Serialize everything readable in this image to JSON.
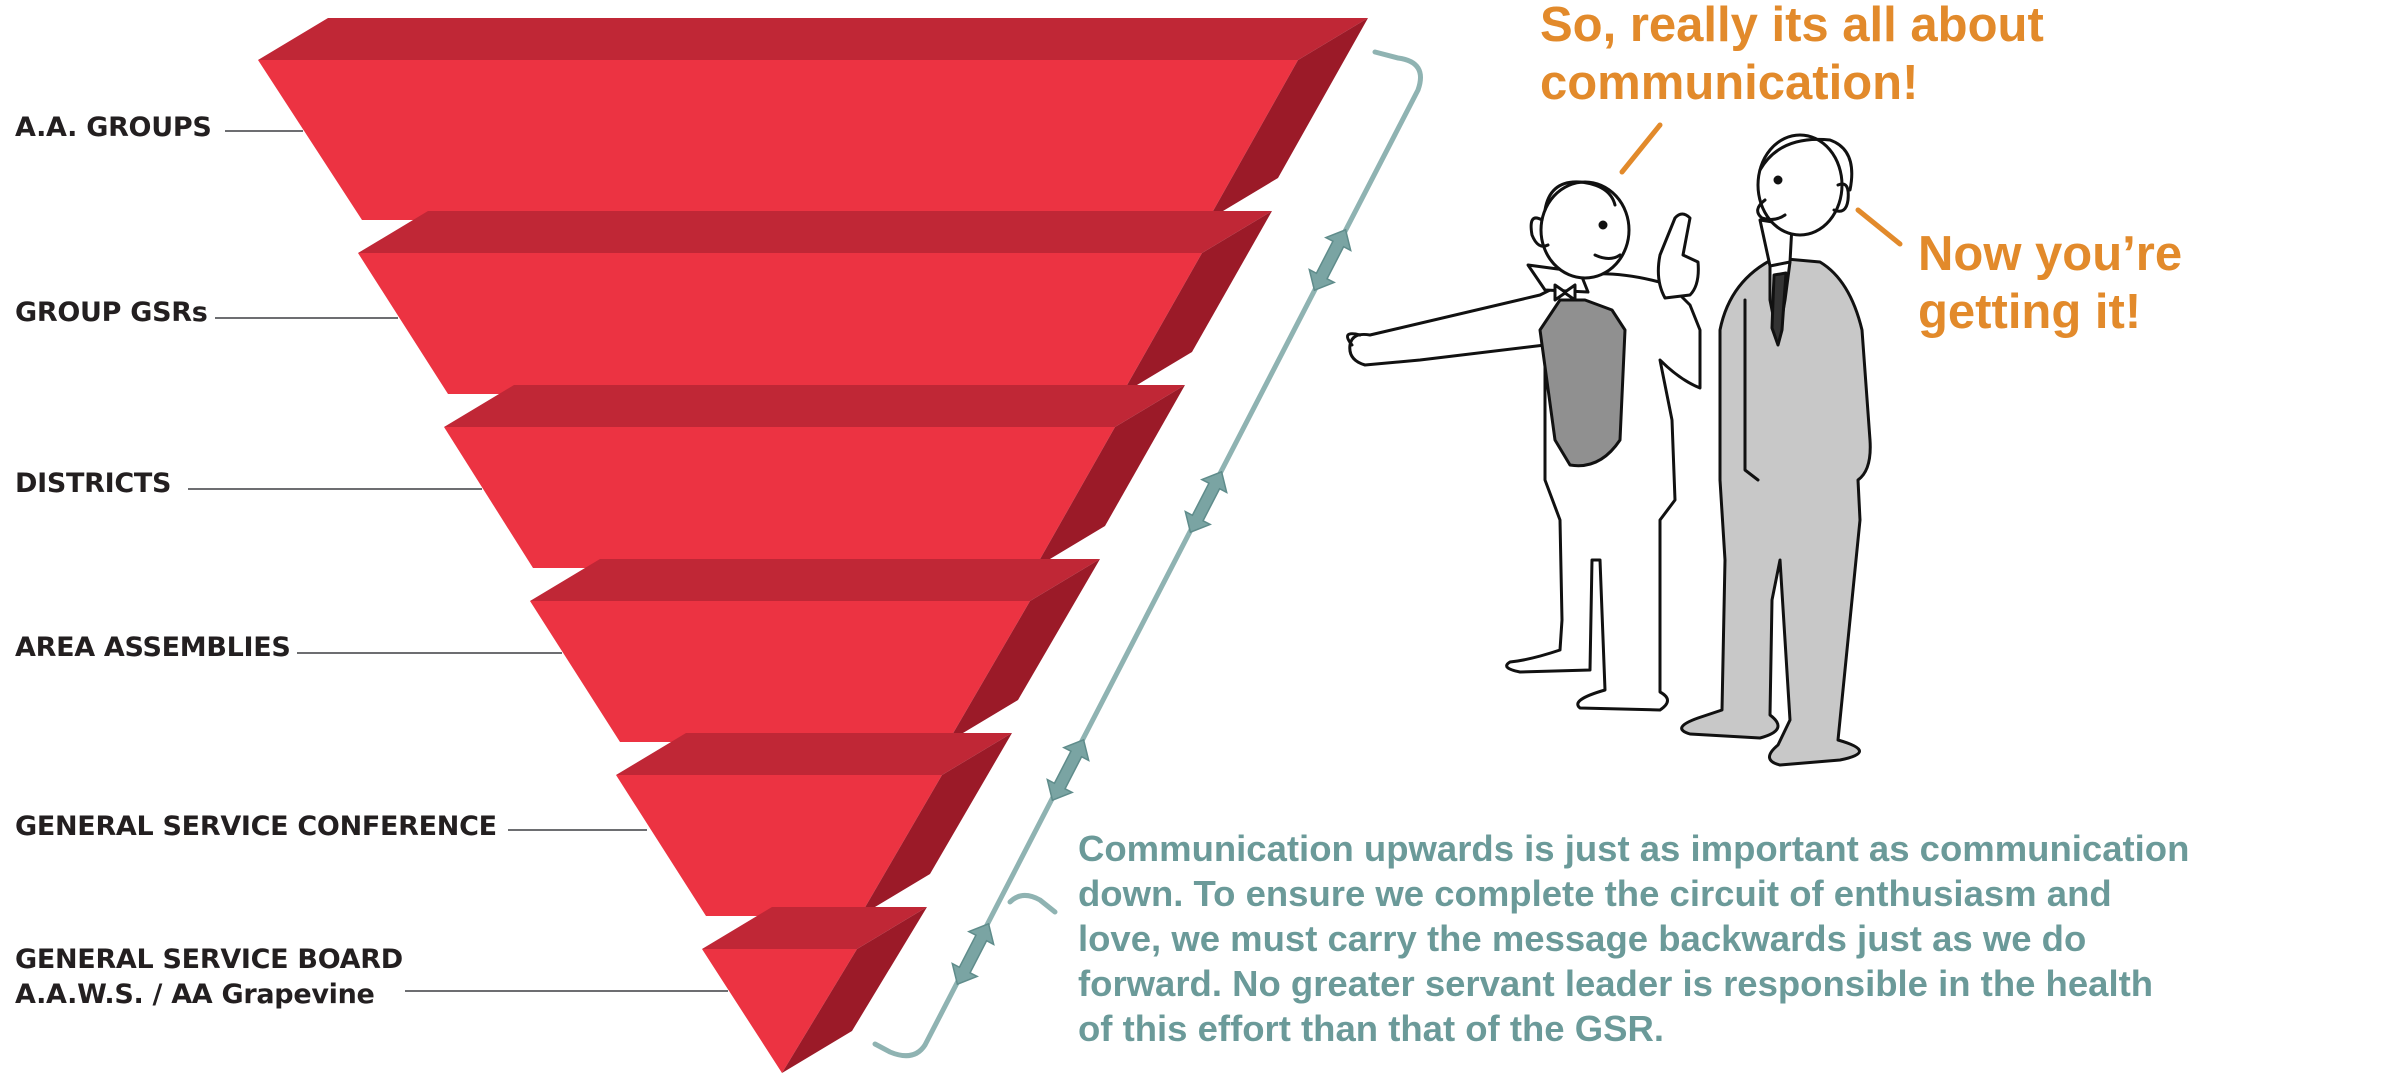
{
  "colors": {
    "tier_front": "#ec3342",
    "tier_top": "#c02736",
    "tier_side": "#9b1a28",
    "leader_line": "#6d6e71",
    "bracket": "#8fb3b2",
    "arrow": "#7aa4a3",
    "speech": "#e28a2b",
    "body_text": "#6b9a99"
  },
  "levels": [
    {
      "label": "A.A. GROUPS"
    },
    {
      "label": "GROUP GSRs"
    },
    {
      "label": "DISTRICTS"
    },
    {
      "label": "AREA ASSEMBLIES"
    },
    {
      "label": "GENERAL SERVICE CONFERENCE"
    },
    {
      "label": "GENERAL SERVICE BOARD",
      "sublabel": "A.A.W.S. / AA Grapevine"
    }
  ],
  "speech_left": {
    "line1": "So, really its all about",
    "line2": "communication!"
  },
  "speech_right": {
    "line1": "Now you’re",
    "line2": "getting it!"
  },
  "message": {
    "line1": "Communication upwards is just as important as communication",
    "line2": "down. To ensure we complete the circuit of enthusiasm and",
    "line3": "love, we must carry the message backwards just as we do",
    "line4": "forward. No greater servant leader is responsible in the health",
    "line5": "of this effort than that of the GSR."
  },
  "icons": {
    "arrows": "double-arrow-icon",
    "people": "two-men-illustration"
  }
}
